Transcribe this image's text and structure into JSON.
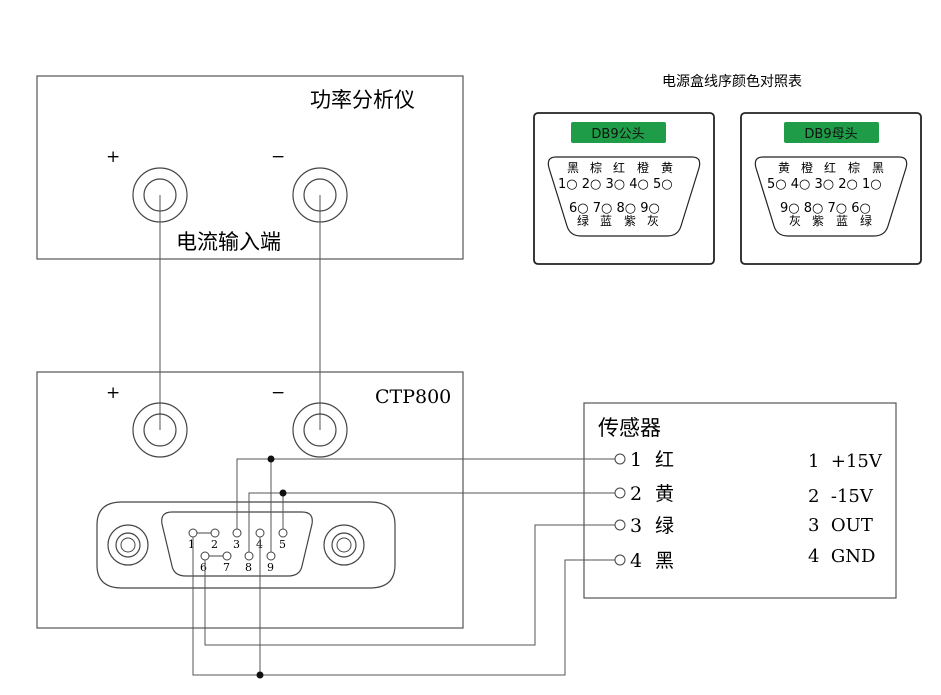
{
  "analyzer": {
    "title": "功率分析仪",
    "plus": "+",
    "minus": "−",
    "input_label": "电流输入端"
  },
  "ctp": {
    "title": "CTP800",
    "plus": "+",
    "minus": "−",
    "pins_top": [
      "1",
      "2",
      "3",
      "4",
      "5"
    ],
    "pins_bottom": [
      "6",
      "7",
      "8",
      "9"
    ]
  },
  "sensor": {
    "title": "传感器",
    "terminals": [
      {
        "num": "1",
        "color": "红",
        "spec": "1  +15V"
      },
      {
        "num": "2",
        "color": "黄",
        "spec": "2  -15V"
      },
      {
        "num": "3",
        "color": "绿",
        "spec": "3  OUT"
      },
      {
        "num": "4",
        "color": "黑",
        "spec": "4  GND"
      }
    ]
  },
  "color_table": {
    "title": "电源盒线序颜色对照表",
    "male": {
      "header": "DB9公头",
      "top_colors": [
        "黑",
        "棕",
        "红",
        "橙",
        "黄"
      ],
      "top_pins": "1○ 2○ 3○ 4○ 5○",
      "bottom_pins": "6○ 7○ 8○ 9○",
      "bottom_colors": [
        "绿",
        "蓝",
        "紫",
        "灰"
      ]
    },
    "female": {
      "header": "DB9母头",
      "top_colors": [
        "黄",
        "橙",
        "红",
        "棕",
        "黑"
      ],
      "top_pins": "5○ 4○ 3○ 2○ 1○",
      "bottom_pins": "9○ 8○ 7○ 6○",
      "bottom_colors": [
        "灰",
        "紫",
        "蓝",
        "绿"
      ]
    },
    "header_color": "#1e9c48"
  }
}
